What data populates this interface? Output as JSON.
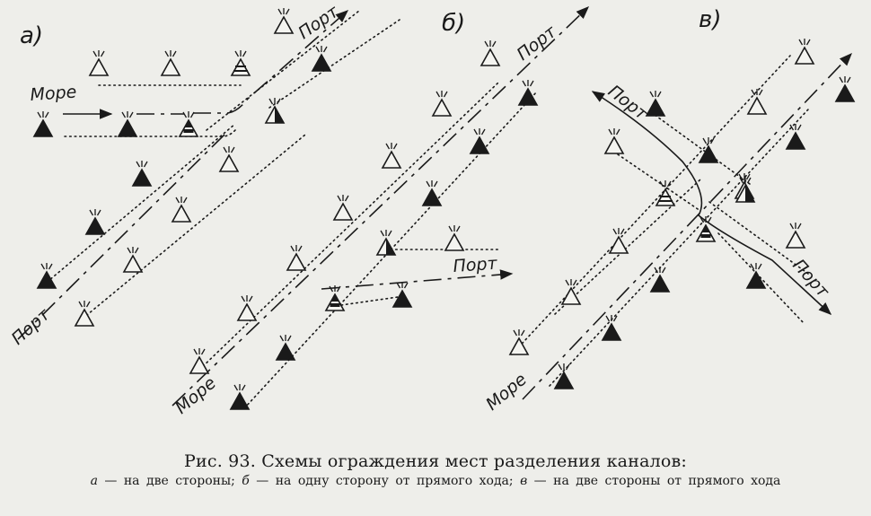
{
  "figure": {
    "panel_labels": [
      "а)",
      "б)",
      "в)"
    ],
    "port_label": "Порт",
    "sea_label": "Море",
    "caption": "Рис. 93. Схемы ограждения мест разделения каналов:",
    "legend": {
      "a_letter": "а",
      "a_text": " — на две стороны; ",
      "b_letter": "б",
      "b_text": " — на одну сторону от прямого хода; ",
      "v_letter": "в",
      "v_text": " — на две стороны от прямого хода"
    }
  }
}
